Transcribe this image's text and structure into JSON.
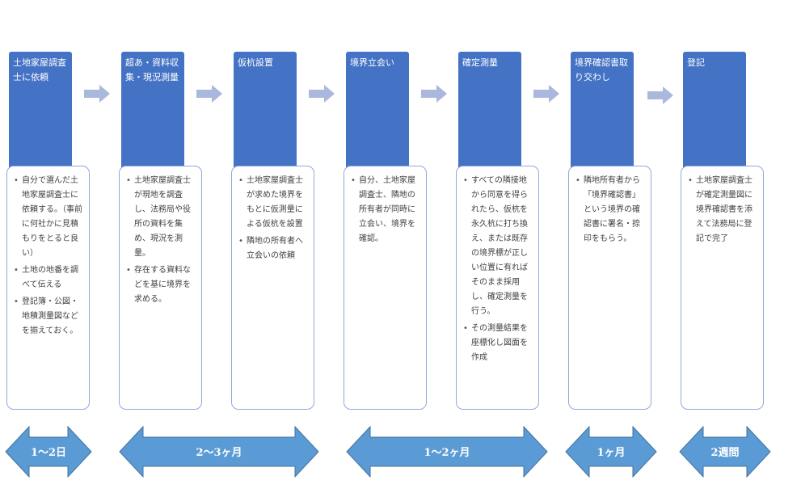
{
  "steps": [
    {
      "title": "土地家屋調査士に依頼",
      "bullets": [
        "自分で選んだ土地家屋調査士に依頼する。（事前に何社かに見積もりをとると良い）",
        "土地の地番を調べて伝える",
        "登記簿・公図・地積測量図などを揃えておく。"
      ]
    },
    {
      "title": "超あ・資料収集・現況測量",
      "bullets": [
        "土地家屋調査士が現地を調査し、法務局や役所の資料を集め、現況を測量。",
        "存在する資料などを基に境界を求める。"
      ]
    },
    {
      "title": "仮杭設置",
      "bullets": [
        "土地家屋調査士が求めた境界をもとに仮測量による仮杭を設置",
        "隣地の所有者へ立会いの依頼"
      ]
    },
    {
      "title": "境界立会い",
      "bullets": [
        "自分、土地家屋調査士、隣地の所有者が同時に立会い、境界を確認。"
      ]
    },
    {
      "title": "確定測量",
      "bullets": [
        "すべての隣接地から同意を得られたら、仮杭を永久杭に打ち換え、または既存の境界標が正しい位置に有ればそのまま採用し、確定測量を行う。",
        "その測量結果を座標化し図面を作成"
      ]
    },
    {
      "title": "境界確認書取り交わし",
      "bullets": [
        "隣地所有者から「境界確認書」という境界の確認書に署名・捺印をもらう。"
      ]
    },
    {
      "title": "登記",
      "bullets": [
        "土地家屋調査士が確定測量図に境界確認書を添えて法務局に登記で完了"
      ]
    }
  ],
  "durations": [
    {
      "label": "1～2日"
    },
    {
      "label": "2～3ヶ月"
    },
    {
      "label": "1～2ヶ月"
    },
    {
      "label": "1ヶ月"
    },
    {
      "label": "2週間"
    }
  ],
  "colors": {
    "header": "#4472c4",
    "card_border": "#8eaadb",
    "flow_arrow": "#a9b8dc",
    "duration_fill": "#5b9bd5",
    "duration_stroke": "#41719c"
  }
}
